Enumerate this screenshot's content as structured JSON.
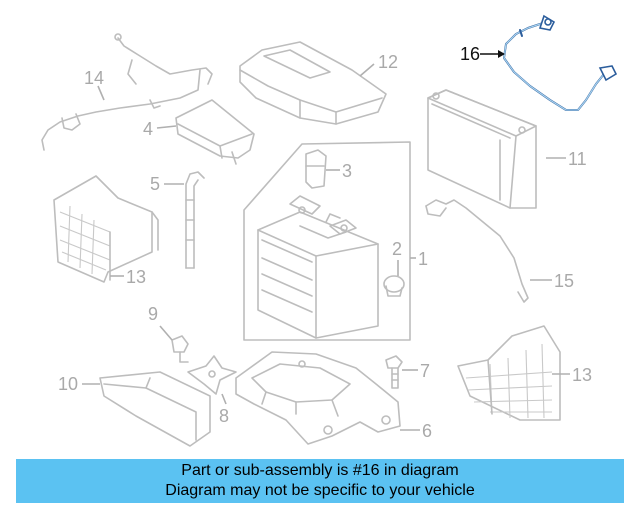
{
  "diagram": {
    "callouts": {
      "c1": "1",
      "c2": "2",
      "c3": "3",
      "c4": "4",
      "c5": "5",
      "c6": "6",
      "c7": "7",
      "c8": "8",
      "c9": "9",
      "c10": "10",
      "c11": "11",
      "c12": "12",
      "c13a": "13",
      "c13b": "13",
      "c14": "14",
      "c15": "15",
      "c16": "16"
    },
    "highlighted_part": "16",
    "colors": {
      "highlight": "#2b5d9c",
      "banner": "#5bc2f2",
      "parts": "#bdbdbd"
    }
  },
  "footer": {
    "line1": "Part or sub-assembly is #16 in diagram",
    "line2": "Diagram may not be specific to your vehicle"
  }
}
